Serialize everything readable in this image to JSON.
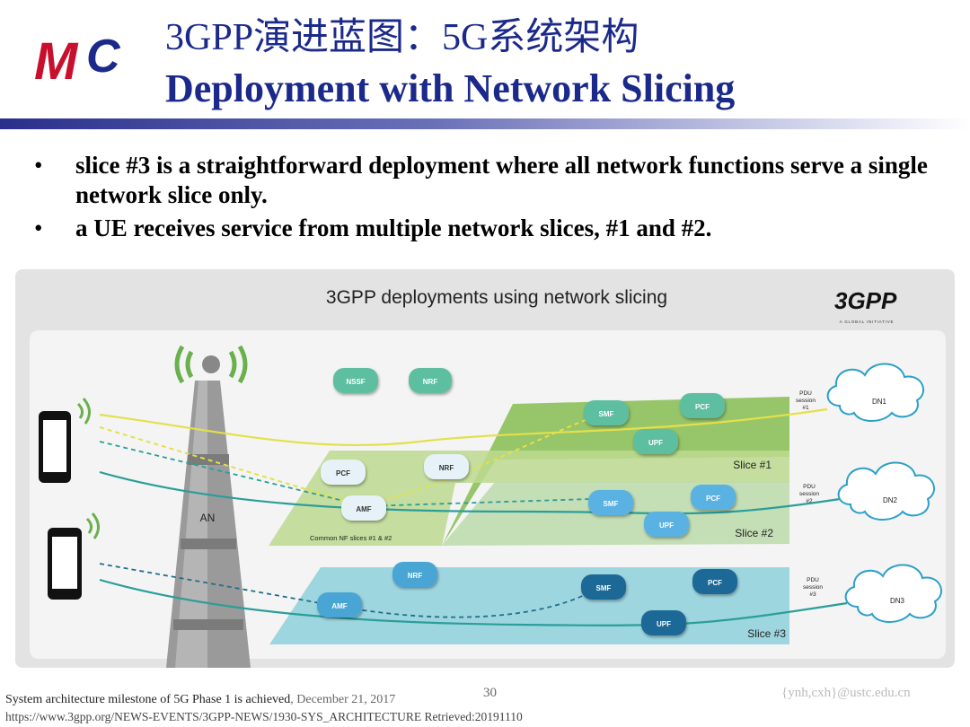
{
  "header": {
    "logo_text": "MC",
    "title_line1": "3GPP演进蓝图：5G系统架构",
    "title_line2": "Deployment with Network Slicing"
  },
  "bullets": [
    "slice #3 is a straightforward deployment where all network functions serve a single network slice only.",
    "a UE receives service from multiple network slices, #1 and #2."
  ],
  "bullet_symbol": "•",
  "figure": {
    "title": "3GPP deployments using network slicing",
    "brand_logo": "3GPP",
    "brand_tagline": "A GLOBAL INITIATIVE",
    "an_label": "AN",
    "common_nf": {
      "label": "Common NF slices #1 & #2",
      "nodes": [
        "NSSF",
        "NRF",
        "PCF",
        "NRF",
        "AMF"
      ]
    },
    "slices": [
      {
        "label": "Slice #1",
        "nodes": [
          "SMF",
          "PCF",
          "UPF"
        ],
        "pdu": [
          "PDU",
          "session",
          "#1"
        ],
        "dn": "DN1",
        "color": "#8dc05a"
      },
      {
        "label": "Slice #2",
        "nodes": [
          "SMF",
          "PCF",
          "UPF"
        ],
        "pdu": [
          "PDU",
          "session",
          "#2"
        ],
        "dn": "DN2",
        "color": "#bfdcae"
      },
      {
        "label": "Slice #3",
        "nodes": [
          "NRF",
          "SMF",
          "PCF",
          "AMF",
          "UPF"
        ],
        "pdu": [
          "PDU",
          "session",
          "#3"
        ],
        "dn": "DN3",
        "color": "#8ed0dc"
      }
    ]
  },
  "footer": {
    "citation": "System architecture milestone of 5G Phase 1 is achieved",
    "date": ", December 21, 2017",
    "url": "https://www.3gpp.org/NEWS-EVENTS/3GPP-NEWS/1930-SYS_ARCHITECTURE  Retrieved:20191110",
    "page_number": "30",
    "email": "{ynh,cxh}@ustc.edu.cn"
  }
}
